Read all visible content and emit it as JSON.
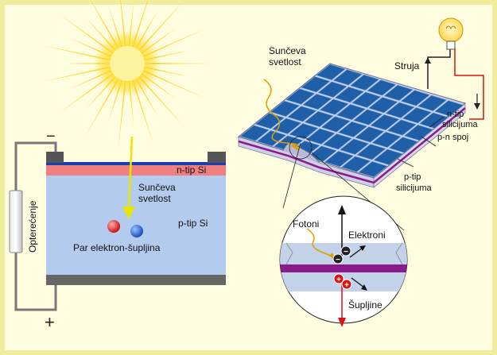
{
  "colors": {
    "background": "#fffde0",
    "frame": "#f2ed9c",
    "sun": "#ffcc00",
    "n_layer": "#f08080",
    "p_layer": "#b3ccee",
    "contact": "#666666",
    "wire": "#777777",
    "panel_cell": "#1f5fa8",
    "junction": "#8b1a8b",
    "current_red": "#dd1111",
    "electron": "#dd2222",
    "hole": "#2266dd"
  },
  "left": {
    "label_minus": "−",
    "label_plus": "+",
    "label_load": "Opterećenje",
    "label_n_type": "n-tip Si",
    "label_p_type": "p-tip Si",
    "label_sunlight_line1": "Sunčeva",
    "label_sunlight_line2": "svetlost",
    "label_pair": "Par elektron-šupljina"
  },
  "right": {
    "label_sunlight_line1": "Sunčeva",
    "label_sunlight_line2": "svetlost",
    "label_current": "Struja",
    "label_n_line1": "n-tip",
    "label_n_line2": "silicijuma",
    "label_pn": "p-n spoj",
    "label_p_line1": "p-tip",
    "label_p_line2": "silicijuma",
    "label_photons": "Fotoni",
    "label_electrons": "Elektroni",
    "label_holes": "Šupljine",
    "sign_minus": "−",
    "sign_plus": "+"
  }
}
